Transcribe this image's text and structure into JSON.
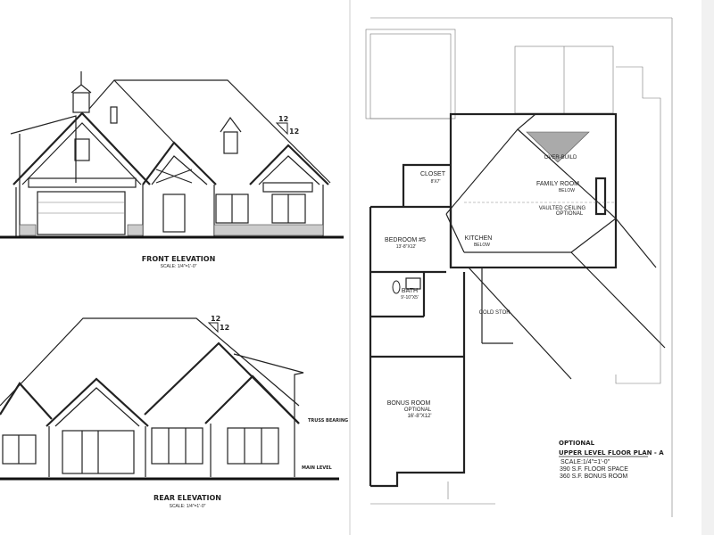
{
  "front_elevation": {
    "title": "FRONT ELEVATION",
    "scale": "SCALE: 1/4\"=1'-0\"",
    "pitch_rise": "12",
    "pitch_run": "12"
  },
  "rear_elevation": {
    "title": "REAR ELEVATION",
    "scale": "SCALE: 1/4\"=1'-0\"",
    "pitch_rise": "12",
    "pitch_run": "12",
    "truss_bearing": "TRUSS BEARING",
    "main_level": "MAIN LEVEL"
  },
  "floor_plan": {
    "rooms": {
      "closet": {
        "name": "CLOSET",
        "size": "8'X7'"
      },
      "bedroom": {
        "name": "BEDROOM #5",
        "size": "13'-8\"X12'"
      },
      "bath": {
        "name": "BATH",
        "size": "9'-10\"X5'"
      },
      "kitchen": {
        "name": "KITCHEN",
        "note": "BELOW"
      },
      "family": {
        "name": "FAMILY ROOM",
        "note": "BELOW"
      },
      "vaulted": {
        "line1": "VAULTED CEILING",
        "line2": "OPTIONAL"
      },
      "overbuild": "OVER-BUILD",
      "cold_storage": "COLD STOR.",
      "bonus": {
        "name": "BONUS ROOM",
        "note": "OPTIONAL",
        "size": "16'-8\"X12'"
      }
    },
    "title_block": {
      "optional": "OPTIONAL",
      "title": "UPPER LEVEL FLOOR PLAN - A",
      "scale": "SCALE:1/4\"=1'-0\"",
      "floor_space": "390 S.F. FLOOR SPACE",
      "bonus_space": "360 S.F. BONUS ROOM"
    }
  }
}
